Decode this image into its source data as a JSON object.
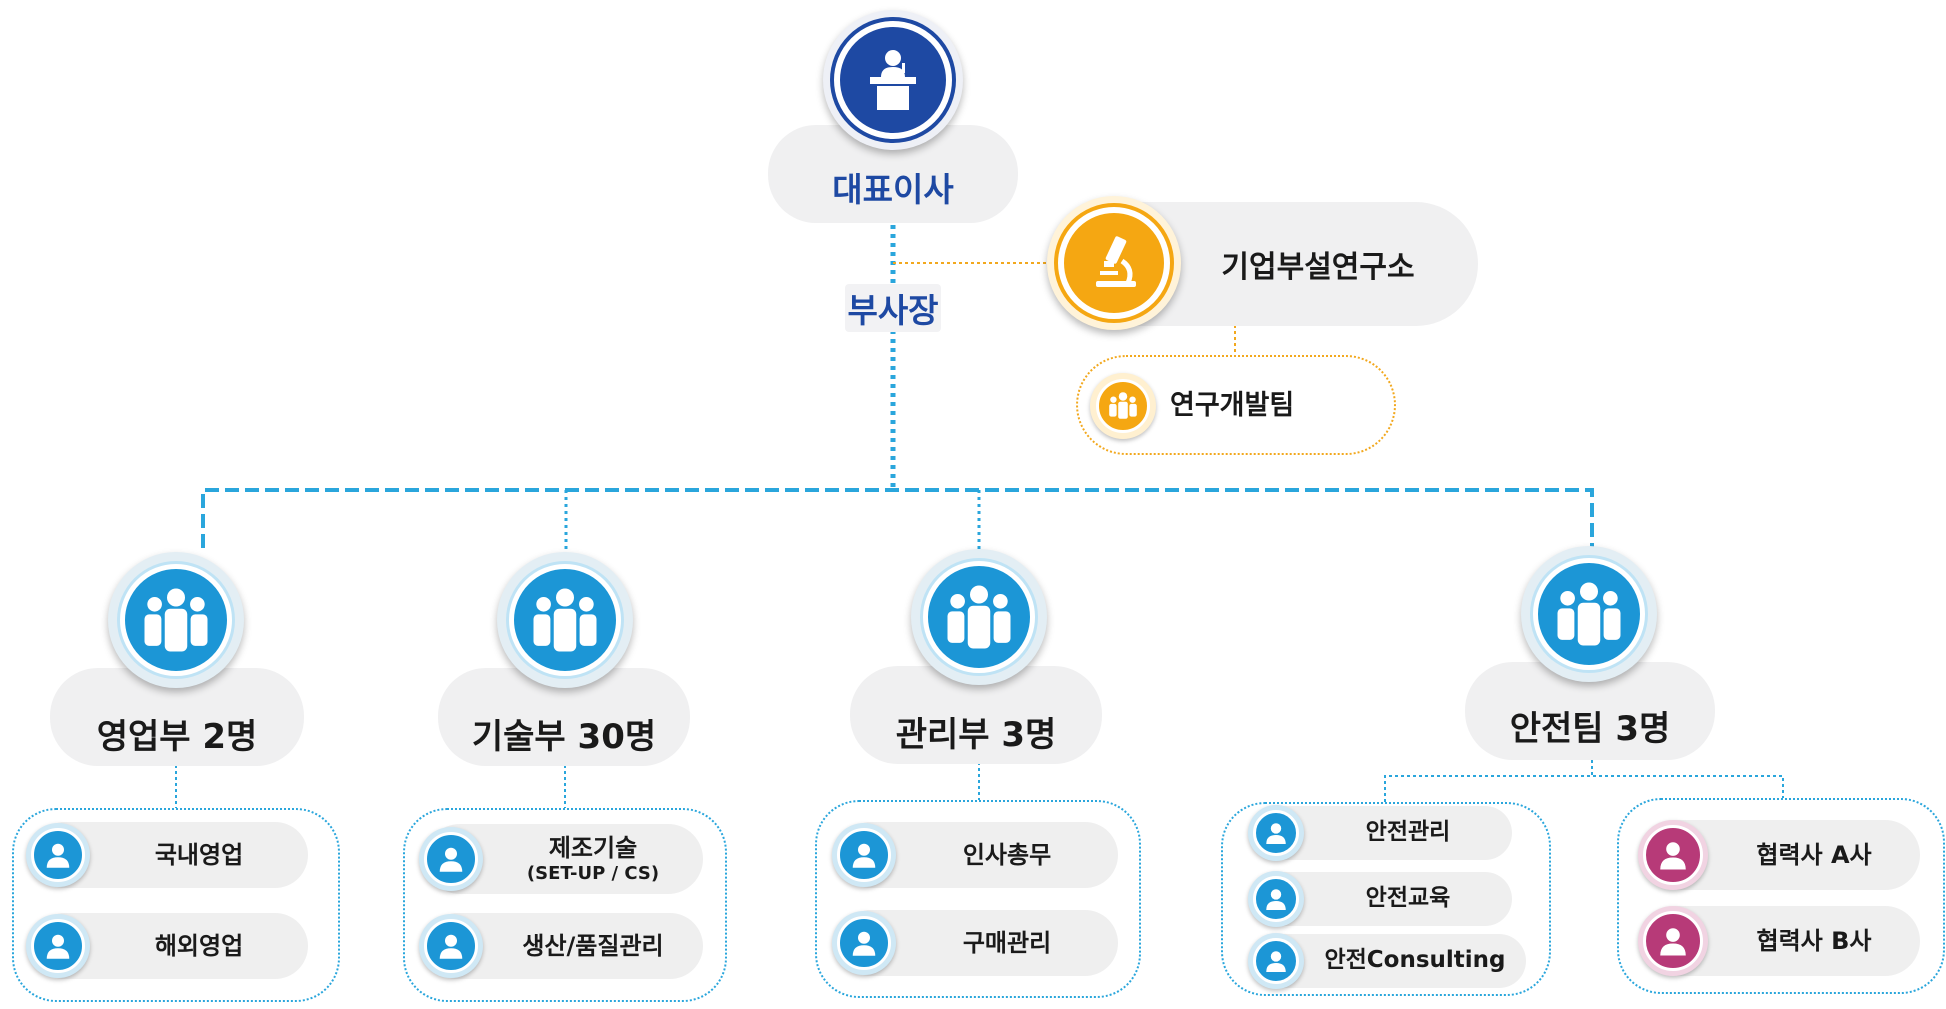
{
  "ceo": {
    "label": "대표이사",
    "icon": "podium-icon"
  },
  "vice_president": {
    "label": "부사장"
  },
  "research_institute": {
    "label": "기업부설연구소",
    "icon": "microscope-icon"
  },
  "rnd_team": {
    "label": "연구개발팀",
    "icon": "team-icon"
  },
  "departments": [
    {
      "label": "영업부 2명",
      "icon": "team-icon",
      "teams": [
        "국내영업",
        "해외영업"
      ]
    },
    {
      "label": "기술부 30명",
      "icon": "team-icon",
      "teams": [
        {
          "line1": "제조기술",
          "line2": "(SET-UP / CS)"
        },
        "생산/품질관리"
      ]
    },
    {
      "label": "관리부 3명",
      "icon": "team-icon",
      "teams": [
        "인사총무",
        "구매관리"
      ]
    },
    {
      "label": "안전팀 3명",
      "icon": "team-icon",
      "teams": [
        "안전관리",
        "안전교육",
        "안전Consulting"
      ],
      "partners": [
        "협력사 A사",
        "협력사 B사"
      ]
    }
  ],
  "colors": {
    "primary_blue": "#1c96d6",
    "ceo_navy": "#1e49a3",
    "research_orange": "#f5a712",
    "partner_magenta": "#b73a78",
    "pill_gray": "#f0f0f1"
  }
}
